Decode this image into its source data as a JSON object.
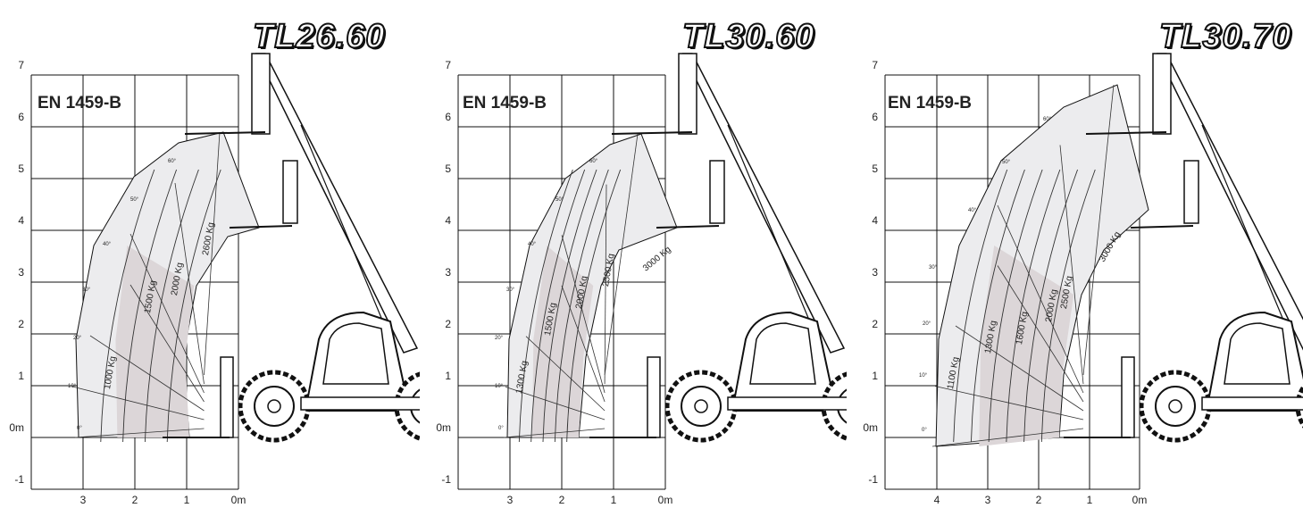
{
  "panels": [
    {
      "model": "TL26.60",
      "standard": "EN 1459-B",
      "y_ticks": [
        "7",
        "6",
        "5",
        "4",
        "3",
        "2",
        "1",
        "0m",
        "-1"
      ],
      "x_ticks": [
        "3",
        "2",
        "1",
        "0m"
      ],
      "angles": [
        "60°",
        "50°",
        "40°",
        "30°",
        "20°",
        "10°",
        "0°"
      ],
      "loads": [
        "1000 Kg",
        "1500 Kg",
        "2000 Kg",
        "2600 Kg"
      ]
    },
    {
      "model": "TL30.60",
      "standard": "EN 1459-B",
      "y_ticks": [
        "7",
        "6",
        "5",
        "4",
        "3",
        "2",
        "1",
        "0m",
        "-1"
      ],
      "x_ticks": [
        "3",
        "2",
        "1",
        "0m"
      ],
      "angles": [
        "60°",
        "50°",
        "40°",
        "30°",
        "20°",
        "10°",
        "0°"
      ],
      "loads": [
        "1300 Kg",
        "1500 Kg",
        "2000 Kg",
        "2500 Kg",
        "3000 Kg"
      ]
    },
    {
      "model": "TL30.70",
      "standard": "EN 1459-B",
      "y_ticks": [
        "7",
        "6",
        "5",
        "4",
        "3",
        "2",
        "1",
        "0m",
        "-1"
      ],
      "x_ticks": [
        "4",
        "3",
        "2",
        "1",
        "0m"
      ],
      "angles": [
        "60°",
        "50°",
        "40°",
        "30°",
        "20°",
        "10°",
        "0°"
      ],
      "loads": [
        "1100 Kg",
        "1300 Kg",
        "1600 Kg",
        "2000 Kg",
        "2500 Kg",
        "3000 Kg"
      ]
    }
  ]
}
